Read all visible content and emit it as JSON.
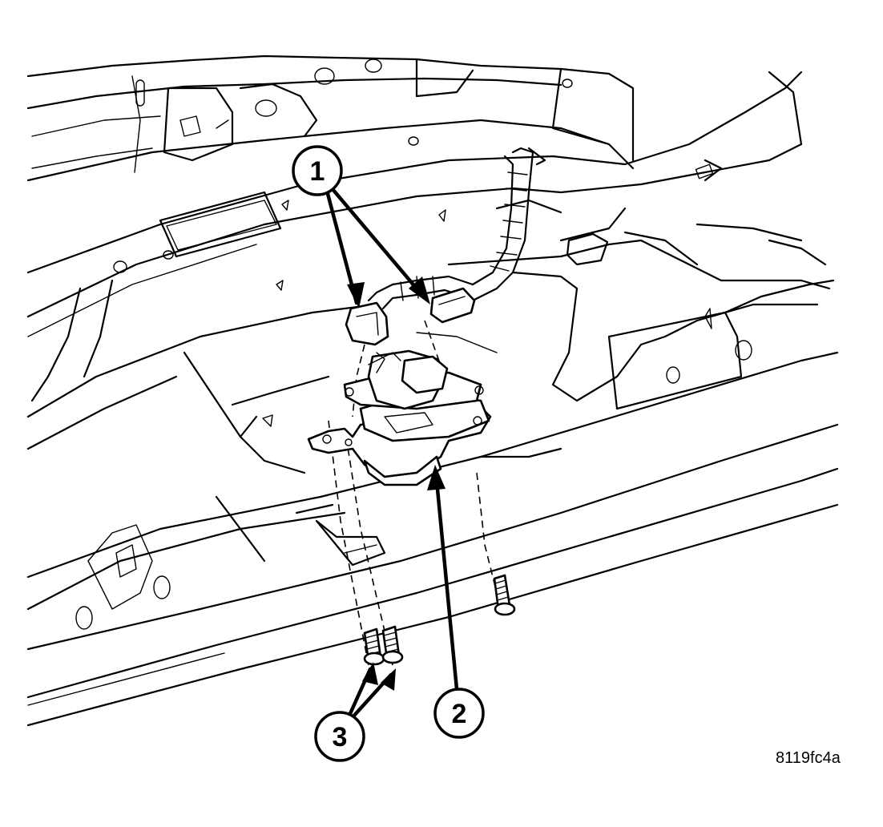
{
  "figure": {
    "code": "8119fc4a",
    "callouts": [
      {
        "label": "1"
      },
      {
        "label": "2"
      },
      {
        "label": "3"
      }
    ]
  }
}
